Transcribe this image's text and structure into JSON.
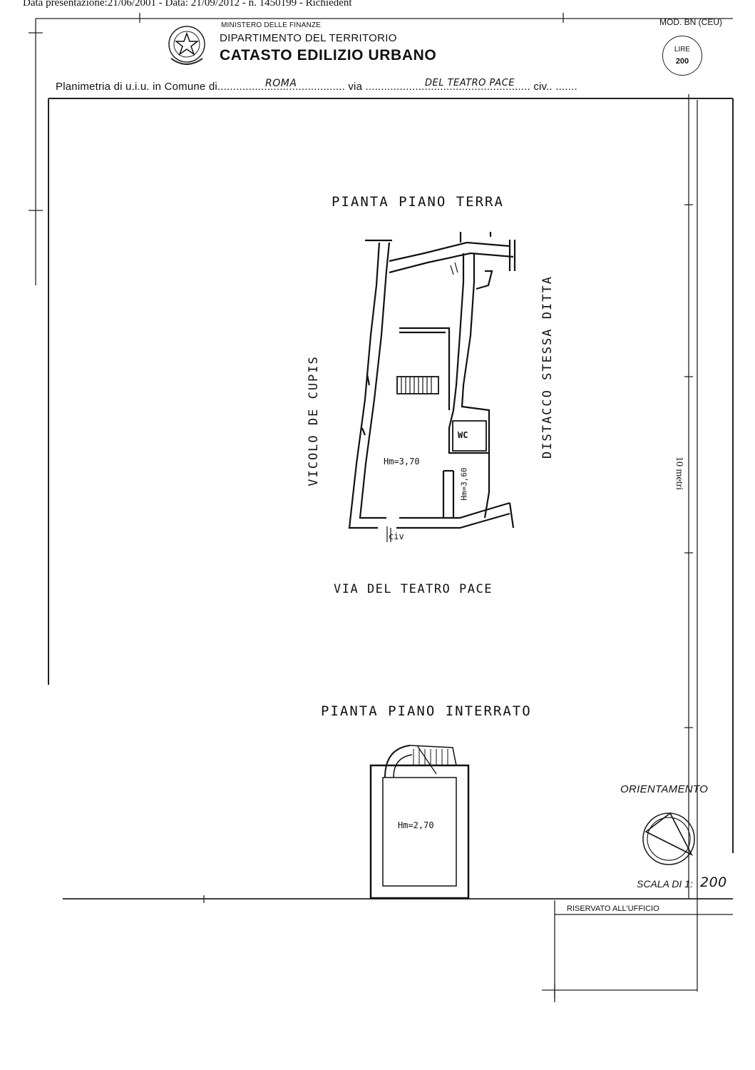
{
  "header": {
    "submission_line": "Data presentazione:21/06/2001 - Data: 21/09/2012 - n. 1450199 - Richiedent",
    "ministry": "MINISTERO DELLE FINANZE",
    "department": "DIPARTIMENTO DEL TERRITORIO",
    "office": "CATASTO EDILIZIO URBANO",
    "form_code": "MOD. BN (CEU)",
    "stamp_label": "LIRE",
    "stamp_value": "200"
  },
  "plan_row": {
    "text": "Planimetria di u.i.u. in Comune di.........................................  via .....................................................  civ..      .......",
    "comune_value": "ROMA",
    "via_value": "DEL TEATRO PACE"
  },
  "drawing": {
    "ground_floor_title": "PIANTA PIANO TERRA",
    "basement_title": "PIANTA PIANO INTERRATO",
    "street_bottom": "VIA DEL TEATRO PACE",
    "street_left": "VICOLO DE CUPIS",
    "right_label": "DISTACCO STESSA DITTA",
    "height_main": "Hm=3,70",
    "height_side": "Hm=3,60",
    "wc_label": "WC",
    "civ_label": "civ",
    "height_basement": "Hm=2,70",
    "scale_bar_label": "10 metri"
  },
  "footer": {
    "orientation_label": "ORIENTAMENTO",
    "scale_label": "SCALA DI 1:",
    "scale_value": "200",
    "office_reserved": "RISERVATO ALL'UFFICIO"
  },
  "emblem": "italian-republic-emblem-icon",
  "compass": "north-arrow-icon"
}
